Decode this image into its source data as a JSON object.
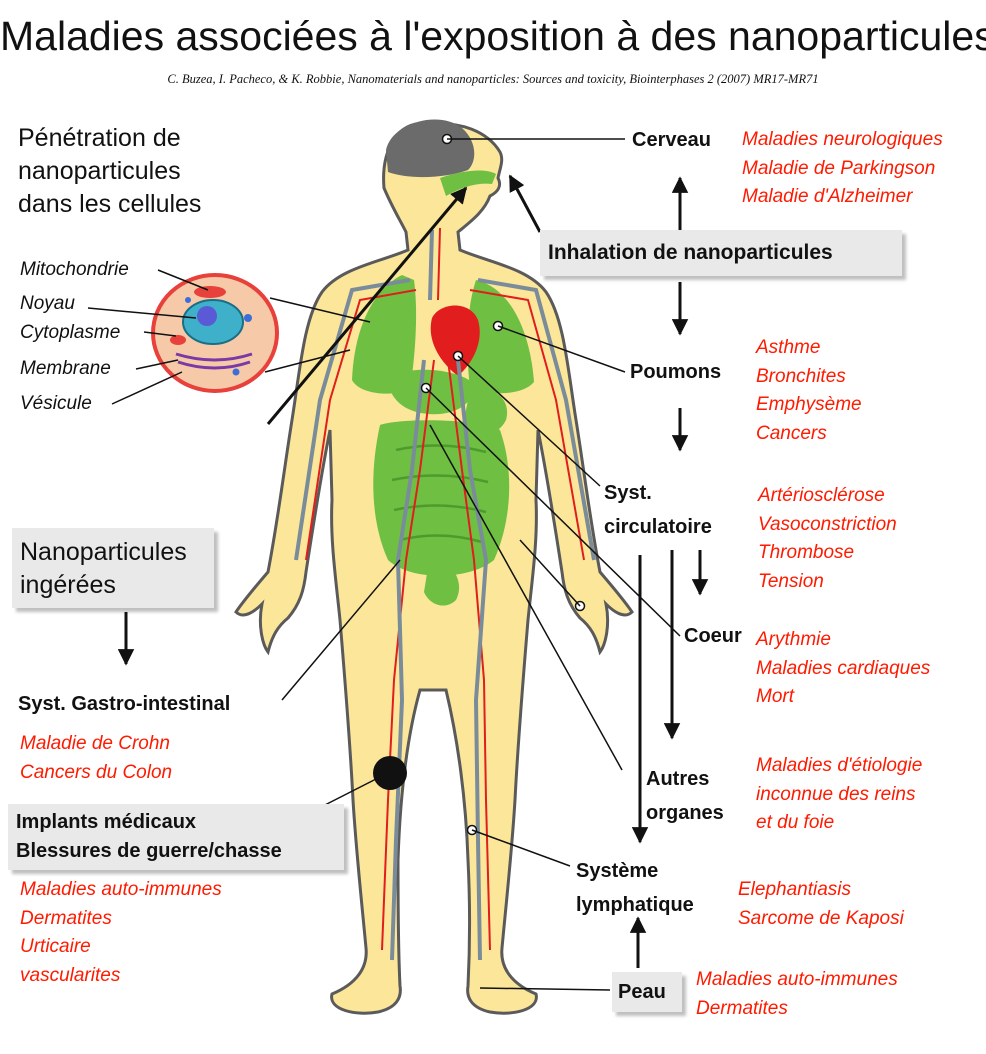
{
  "title": "Maladies associées à l'exposition à des nanoparticules",
  "citation": "C. Buzea, I. Pacheco, & K. Robbie, Nanomaterials and nanoparticles: Sources and toxicity, Biointerphases 2 (2007) MR17-MR71",
  "colors": {
    "disease": "#ff1a00",
    "skin": "#fbe69a",
    "organ": "#6fbf43",
    "artery": "#e11d1d",
    "vein": "#1d4fbf"
  },
  "cell_section": {
    "heading": [
      "Pénétration de",
      "nanoparticules",
      "dans les cellules"
    ],
    "labels": [
      "Mitochondrie",
      "Noyau",
      "Cytoplasme",
      "Membrane",
      "Vésicule"
    ]
  },
  "inhalation": {
    "label": "Inhalation de nanoparticules"
  },
  "ingestion": {
    "label": [
      "Nanoparticules",
      "ingérées"
    ]
  },
  "implants": {
    "label": [
      "Implants médicaux",
      "Blessures de guerre/chasse"
    ]
  },
  "organs": {
    "cerveau": {
      "name": "Cerveau",
      "diseases": [
        "Maladies neurologiques",
        "Maladie de Parkingson",
        "Maladie d'Alzheimer"
      ]
    },
    "poumons": {
      "name": "Poumons",
      "diseases": [
        "Asthme",
        "Bronchites",
        "Emphysème",
        "Cancers"
      ]
    },
    "circulatoire": {
      "name": [
        "Syst.",
        "circulatoire"
      ],
      "diseases": [
        "Artériosclérose",
        "Vasoconstriction",
        "Thrombose",
        "Tension"
      ]
    },
    "coeur": {
      "name": "Coeur",
      "diseases": [
        "Arythmie",
        "Maladies cardiaques",
        "Mort"
      ]
    },
    "autres": {
      "name": [
        "Autres",
        "organes"
      ],
      "diseases": [
        "Maladies d'étiologie",
        "inconnue des reins",
        "et du foie"
      ]
    },
    "lymphatique": {
      "name": [
        "Système",
        "lymphatique"
      ],
      "diseases": [
        "Elephantiasis",
        "Sarcome de Kaposi"
      ]
    },
    "peau": {
      "name": "Peau",
      "diseases": [
        "Maladies auto-immunes",
        "Dermatites"
      ]
    },
    "gastro": {
      "name": "Syst. Gastro-intestinal",
      "diseases": [
        "Maladie de Crohn",
        "Cancers du Colon"
      ]
    },
    "implants_diseases": {
      "diseases": [
        "Maladies auto-immunes",
        "Dermatites",
        "Urticaire",
        "vascularites"
      ]
    }
  }
}
